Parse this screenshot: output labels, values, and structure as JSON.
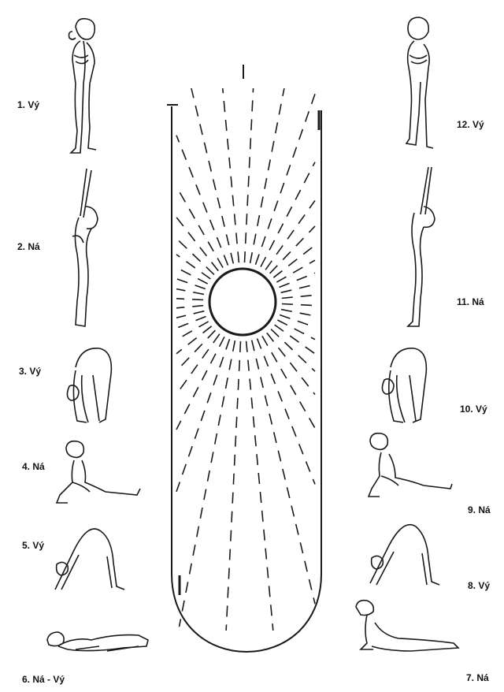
{
  "poses": [
    {
      "label": "1. Vý"
    },
    {
      "label": "2. Ná"
    },
    {
      "label": "3. Vý"
    },
    {
      "label": "4. Ná"
    },
    {
      "label": "5. Vý"
    },
    {
      "label": "6. Ná - Vý"
    },
    {
      "label": "7. Ná"
    },
    {
      "label": "8. Vý"
    },
    {
      "label": "9. Ná"
    },
    {
      "label": "10. Vý"
    },
    {
      "label": "11. Ná"
    },
    {
      "label": "12. Vý"
    }
  ],
  "colors": {
    "ink": "#1a1a1a",
    "paper": "#ffffff"
  },
  "center": {
    "icon": "sun-icon",
    "frame": "u-shaped-frame"
  }
}
